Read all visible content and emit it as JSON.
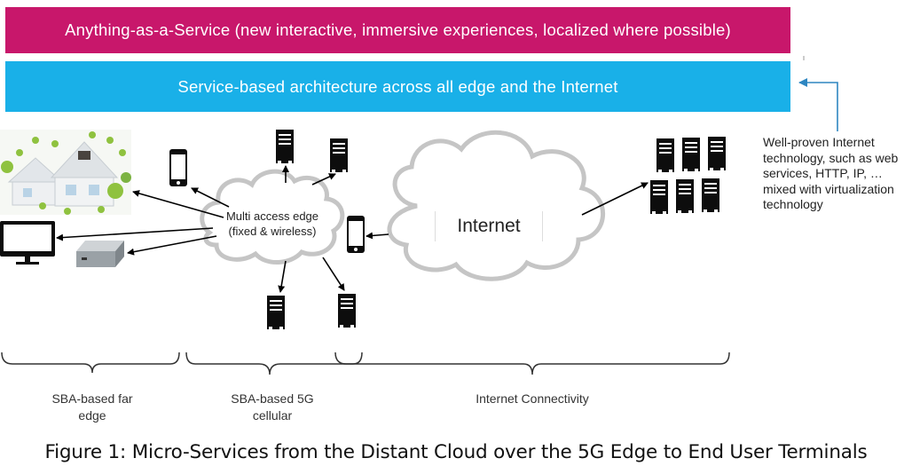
{
  "top_band": {
    "text": "Anything-as-a-Service (new interactive, immersive experiences, localized where possible)",
    "color": "#c8176b"
  },
  "sba_band": {
    "text": "Service-based architecture across all edge and the Internet",
    "color": "#19b0e8"
  },
  "side_note": "Well-proven Internet technology, such as web services, HTTP, IP, … mixed with virtualization technology",
  "mec_label": "Multi access edge (fixed & wireless)",
  "internet_label": "Internet",
  "segments": {
    "far_edge": "SBA-based far edge",
    "cellular": "SBA-based 5G cellular",
    "internet": "Internet Connectivity"
  },
  "caption": "Figure 1: Micro-Services from the Distant Cloud over the 5G Edge to End User Terminals",
  "icons": [
    "smart-home-illustration",
    "smartphone-icon",
    "monitor-icon",
    "mini-pc-icon",
    "server-icon",
    "cloud-icon",
    "server-rack-icon"
  ]
}
